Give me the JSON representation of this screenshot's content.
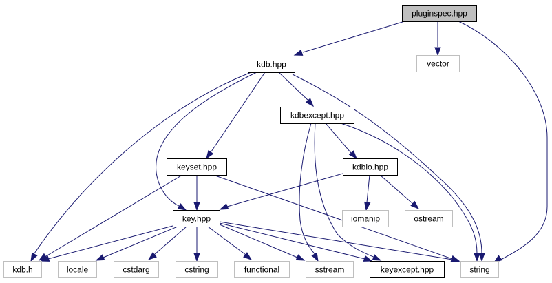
{
  "diagram": {
    "type": "include-dependency-graph",
    "edge_color": "#191970",
    "nodes": [
      {
        "id": "pluginspec",
        "label": "pluginspec.hpp",
        "kind": "root"
      },
      {
        "id": "vector",
        "label": "vector",
        "kind": "external"
      },
      {
        "id": "kdb_hpp",
        "label": "kdb.hpp",
        "kind": "internal"
      },
      {
        "id": "kdbexcept",
        "label": "kdbexcept.hpp",
        "kind": "internal"
      },
      {
        "id": "keyset",
        "label": "keyset.hpp",
        "kind": "internal"
      },
      {
        "id": "kdbio",
        "label": "kdbio.hpp",
        "kind": "internal"
      },
      {
        "id": "key",
        "label": "key.hpp",
        "kind": "internal"
      },
      {
        "id": "iomanip",
        "label": "iomanip",
        "kind": "external"
      },
      {
        "id": "ostream",
        "label": "ostream",
        "kind": "external"
      },
      {
        "id": "kdb_h",
        "label": "kdb.h",
        "kind": "external"
      },
      {
        "id": "locale",
        "label": "locale",
        "kind": "external"
      },
      {
        "id": "cstdarg",
        "label": "cstdarg",
        "kind": "external"
      },
      {
        "id": "cstring",
        "label": "cstring",
        "kind": "external"
      },
      {
        "id": "functional",
        "label": "functional",
        "kind": "external"
      },
      {
        "id": "sstream",
        "label": "sstream",
        "kind": "external"
      },
      {
        "id": "keyexcept",
        "label": "keyexcept.hpp",
        "kind": "internal"
      },
      {
        "id": "string",
        "label": "string",
        "kind": "external"
      }
    ],
    "edges": [
      {
        "from": "pluginspec",
        "to": "kdb_hpp"
      },
      {
        "from": "pluginspec",
        "to": "vector"
      },
      {
        "from": "pluginspec",
        "to": "string"
      },
      {
        "from": "kdb_hpp",
        "to": "kdbexcept"
      },
      {
        "from": "kdb_hpp",
        "to": "keyset"
      },
      {
        "from": "kdb_hpp",
        "to": "key"
      },
      {
        "from": "kdb_hpp",
        "to": "kdb_h"
      },
      {
        "from": "kdb_hpp",
        "to": "string"
      },
      {
        "from": "kdbexcept",
        "to": "kdbio"
      },
      {
        "from": "kdbexcept",
        "to": "sstream"
      },
      {
        "from": "kdbexcept",
        "to": "keyexcept"
      },
      {
        "from": "kdbexcept",
        "to": "string"
      },
      {
        "from": "keyset",
        "to": "key"
      },
      {
        "from": "keyset",
        "to": "kdb_h"
      },
      {
        "from": "keyset",
        "to": "string"
      },
      {
        "from": "kdbio",
        "to": "key"
      },
      {
        "from": "kdbio",
        "to": "iomanip"
      },
      {
        "from": "kdbio",
        "to": "ostream"
      },
      {
        "from": "key",
        "to": "kdb_h"
      },
      {
        "from": "key",
        "to": "locale"
      },
      {
        "from": "key",
        "to": "cstdarg"
      },
      {
        "from": "key",
        "to": "cstring"
      },
      {
        "from": "key",
        "to": "functional"
      },
      {
        "from": "key",
        "to": "sstream"
      },
      {
        "from": "key",
        "to": "keyexcept"
      },
      {
        "from": "key",
        "to": "string"
      }
    ]
  }
}
